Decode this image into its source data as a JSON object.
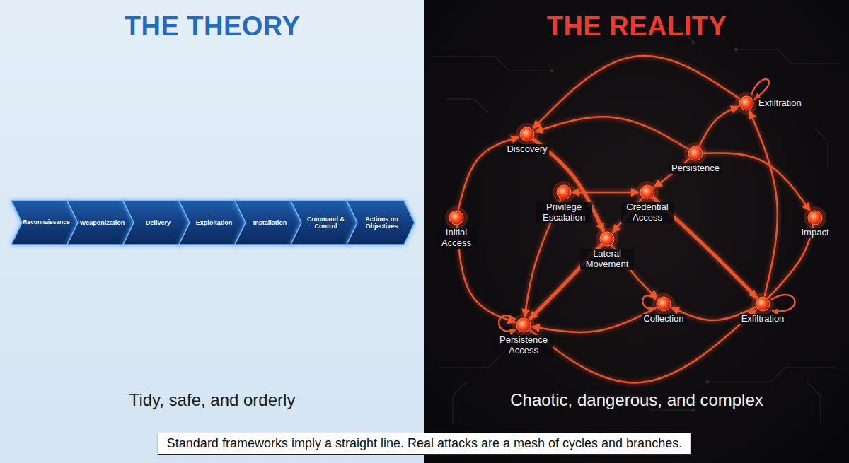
{
  "diagram": {
    "caption": "Standard frameworks imply a straight line. Real attacks are a mesh of cycles and branches.",
    "nodes": [
      {
        "text": [
          "Reconnaissance"
        ]
      },
      {
        "text": [
          "Weaponization"
        ]
      },
      {
        "text": [
          "Delivery"
        ]
      },
      {
        "text": [
          "Exploitation"
        ]
      },
      {
        "text": [
          "Installation"
        ]
      },
      {
        "text": [
          "Command & Control"
        ]
      },
      {
        "text": [
          "Actions on Objectives"
        ]
      },
      {
        "text": [
          "Exfiltration"
        ]
      },
      {
        "text": [
          "Discovery"
        ]
      },
      {
        "text": [
          "Persistence"
        ]
      },
      {
        "text": [
          "Privilege Escalation"
        ]
      },
      {
        "text": [
          "Credential Access"
        ]
      },
      {
        "text": [
          "Initial Access"
        ]
      },
      {
        "text": [
          "Impact"
        ]
      },
      {
        "text": [
          "Lateral Movement"
        ]
      },
      {
        "text": [
          "Collection"
        ]
      },
      {
        "text": [
          "Exfiltration"
        ]
      },
      {
        "text": [
          "Persistence Access"
        ]
      }
    ],
    "edges": [
      {
        "from": 12,
        "to": 8,
        "arrow": "to"
      },
      {
        "from": 12,
        "to": 17,
        "arrow": "to"
      },
      {
        "from": 8,
        "to": 14,
        "arrow": "to"
      },
      {
        "from": 7,
        "to": 8,
        "arrow": "to"
      },
      {
        "from": 9,
        "to": 8,
        "arrow": "to"
      },
      {
        "from": 10,
        "to": 11,
        "arrow": "both"
      },
      {
        "from": 9,
        "to": 11,
        "arrow": "to"
      },
      {
        "from": 9,
        "to": 7,
        "arrow": "to"
      },
      {
        "from": 9,
        "to": 13,
        "arrow": "to"
      },
      {
        "from": 16,
        "to": 7,
        "arrow": "to"
      },
      {
        "from": 14,
        "to": 17,
        "arrow": "to"
      },
      {
        "from": 14,
        "to": 15,
        "arrow": "to"
      },
      {
        "from": 11,
        "to": 16,
        "arrow": "to"
      },
      {
        "from": 15,
        "to": 17,
        "arrow": "to"
      },
      {
        "from": 16,
        "to": 15,
        "arrow": "to"
      },
      {
        "from": 16,
        "to": 13,
        "arrow": "to"
      },
      {
        "from": 17,
        "to": 16,
        "arrow": "to"
      },
      {
        "from": 10,
        "to": 17,
        "arrow": "to"
      },
      {
        "from": 11,
        "to": 14,
        "arrow": "to"
      }
    ],
    "labels": [
      "THE THEORY",
      "Tidy, safe, and orderly",
      "THE REALITY",
      "Chaotic, dangerous, and complex"
    ]
  }
}
